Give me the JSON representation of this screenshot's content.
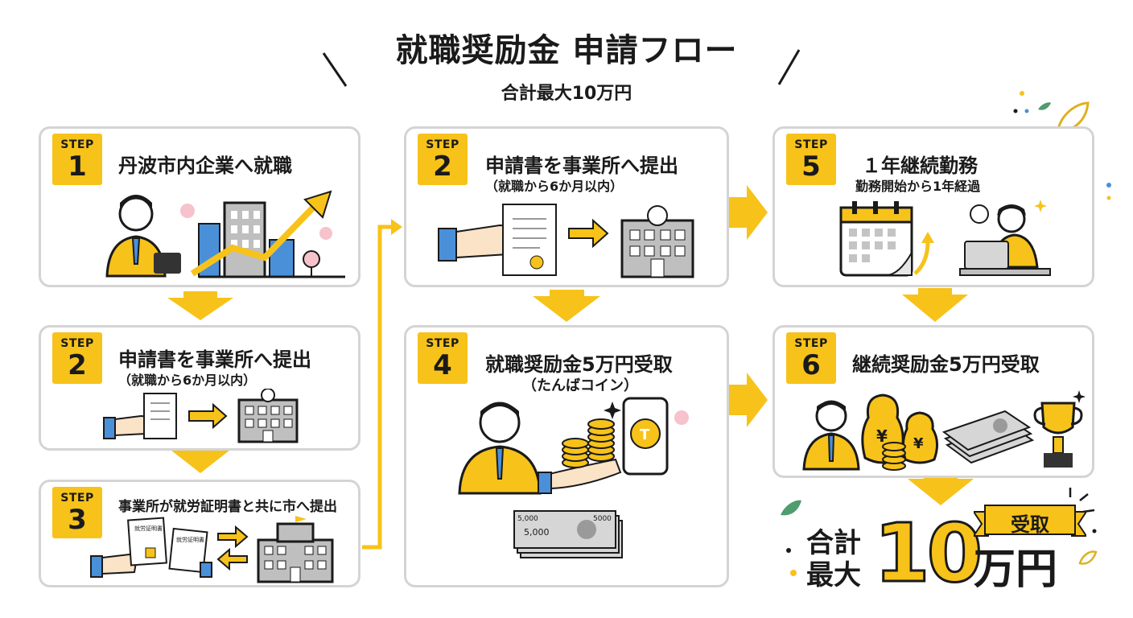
{
  "title": "就職奨励金 申請フロー",
  "subtitle": "合計最大10万円",
  "steps": [
    {
      "label": "STEP",
      "num": "1",
      "title": "丹波市内企業へ就職",
      "sub": ""
    },
    {
      "label": "STEP",
      "num": "2",
      "title": "申請書を事業所へ提出",
      "sub": "（就職から6か月以内）"
    },
    {
      "label": "STEP",
      "num": "3",
      "title": "事業所が就労証明書と共に市へ提出",
      "sub": ""
    },
    {
      "label": "STEP",
      "num": "2",
      "title": "申請書を事業所へ提出",
      "sub": "（就職から6か月以内）"
    },
    {
      "label": "STEP",
      "num": "4",
      "title": "就職奨励金5万円受取",
      "sub": "（たんばコイン）"
    },
    {
      "label": "STEP",
      "num": "5",
      "title": "１年継続勤務",
      "sub": "勤務開始から1年経過"
    },
    {
      "label": "STEP",
      "num": "6",
      "title": "継続奨励金5万円受取",
      "sub": ""
    }
  ],
  "illus_text": {
    "doc1": "就労証明書",
    "doc2": "就労証明書",
    "note_small": "5,000",
    "note_small2": "5000",
    "note_big": "5,000",
    "coin_letter": "T",
    "yen": "¥"
  },
  "total": {
    "label1": "合計",
    "label2": "最大",
    "number": "10",
    "unit": "万円",
    "ribbon": "受取"
  },
  "colors": {
    "accent": "#f7c21a",
    "border": "#d4d4d4",
    "blue": "#4a90d9",
    "gray": "#9a9a9a"
  }
}
